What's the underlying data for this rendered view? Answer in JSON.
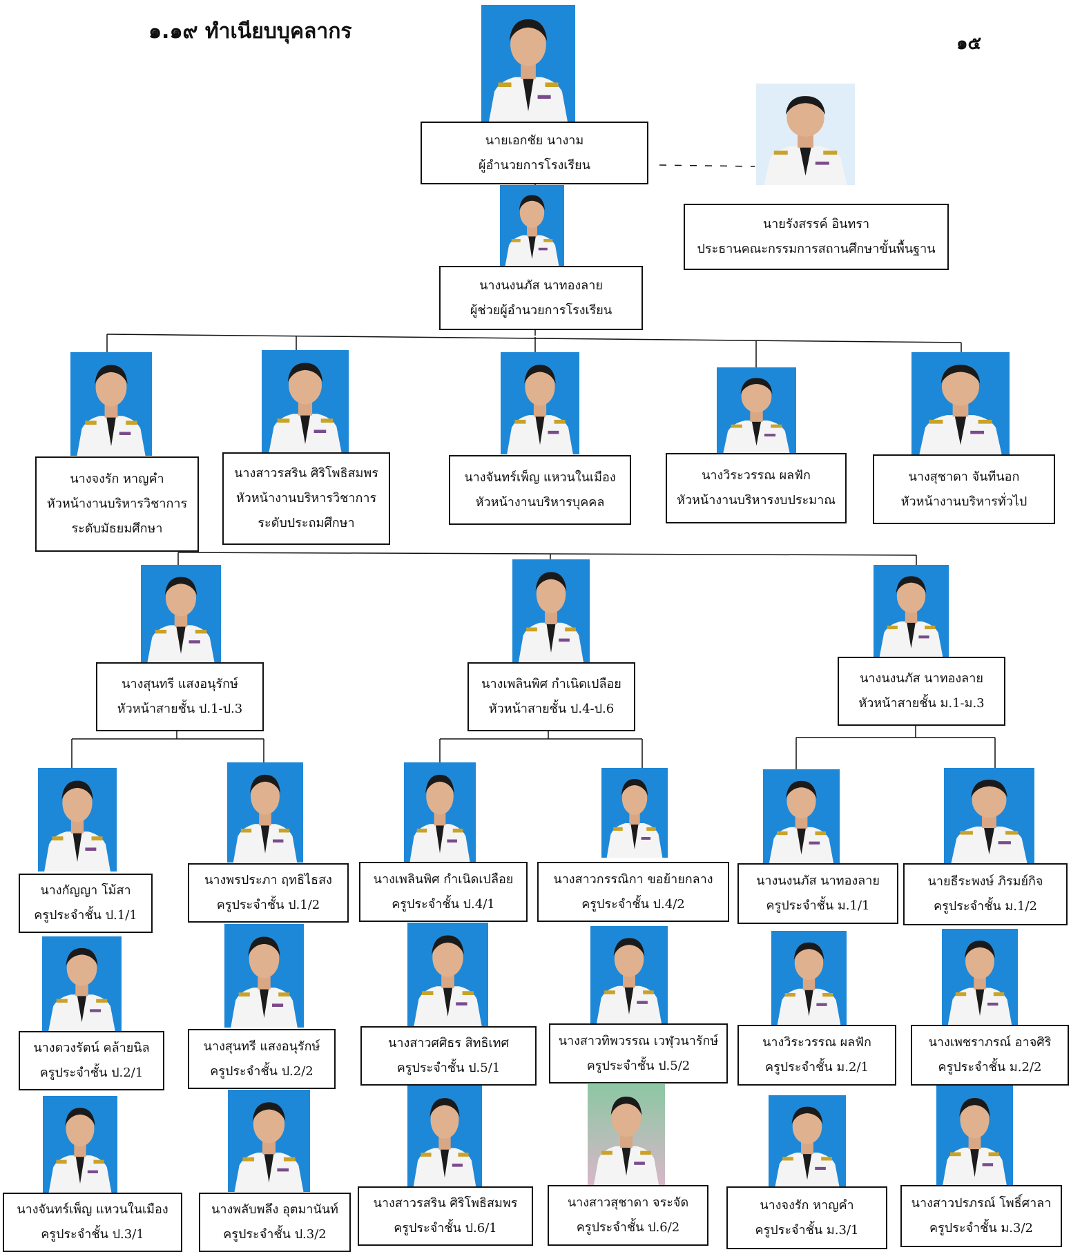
{
  "document": {
    "title": "๑.๑๙ ทำเนียบบุคลากร",
    "page_number": "๑๕"
  },
  "org": {
    "director": {
      "name": "นายเอกชัย  นางาม",
      "lines": [
        "ผู้อำนวยการโรงเรียน"
      ]
    },
    "board_chair": {
      "name": "นายรังสรรค์  อินทรา",
      "lines": [
        "ประธานคณะกรรมการสถานศึกษาขั้นพื้นฐาน"
      ]
    },
    "deputy": {
      "name": "นางนงนภัส  นาทองลาย",
      "lines": [
        "ผู้ช่วยผู้อำนวยการโรงเรียน"
      ]
    },
    "heads": [
      {
        "name": "นางจงรัก  หาญคำ",
        "lines": [
          "หัวหน้างานบริหารวิชาการ",
          "ระดับมัธยมศึกษา"
        ]
      },
      {
        "name": "นางสาวรสริน ศิริโพธิสมพร",
        "lines": [
          "หัวหน้างานบริหารวิชาการ",
          "ระดับประถมศึกษา"
        ]
      },
      {
        "name": "นางจันทร์เพ็ญ  แหวนในเมือง",
        "lines": [
          "หัวหน้างานบริหารบุคคล"
        ]
      },
      {
        "name": "นางวิระวรรณ ผลฟัก",
        "lines": [
          "หัวหน้างานบริหารงบประมาณ"
        ]
      },
      {
        "name": "นางสุชาดา  จันทีนอก",
        "lines": [
          "หัวหน้างานบริหารทั่วไป"
        ]
      }
    ],
    "level_heads": [
      {
        "name": "นางสุนทรี  แสงอนุรักษ์",
        "lines": [
          "หัวหน้าสายชั้น ป.1-ป.3"
        ]
      },
      {
        "name": "นางเพลินพิศ  กำเนิดเปลือย",
        "lines": [
          "หัวหน้าสายชั้น ป.4-ป.6"
        ]
      },
      {
        "name": "นางนงนภัส  นาทองลาย",
        "lines": [
          "หัวหน้าสายชั้น ม.1-ม.3"
        ]
      }
    ],
    "teachers": [
      {
        "name": "นางกัญญา  โม้สา",
        "lines": [
          "ครูประจำชั้น ป.1/1"
        ]
      },
      {
        "name": "นางพรประภา ฤทธิไธสง",
        "lines": [
          "ครูประจำชั้น ป.1/2"
        ]
      },
      {
        "name": "นางเพลินพิศ  กำเนิดเปลือย",
        "lines": [
          "ครูประจำชั้น ป.4/1"
        ]
      },
      {
        "name": "นางสาวกรรณิกา  ขอย้ายกลาง",
        "lines": [
          "ครูประจำชั้น ป.4/2"
        ]
      },
      {
        "name": "นางนงนภัส  นาทองลาย",
        "lines": [
          "ครูประจำชั้น ม.1/1"
        ]
      },
      {
        "name": "นายธีระพงษ์ ภิรมย์กิจ",
        "lines": [
          "ครูประจำชั้น ม.1/2"
        ]
      },
      {
        "name": "นางดวงรัตน์ คล้ายนิล",
        "lines": [
          "ครูประจำชั้น ป.2/1"
        ]
      },
      {
        "name": "นางสุนทรี  แสงอนุรักษ์",
        "lines": [
          "ครูประจำชั้น ป.2/2"
        ]
      },
      {
        "name": "นางสาวศศิธร  สิทธิเทศ",
        "lines": [
          "ครูประจำชั้น ป.5/1"
        ]
      },
      {
        "name": "นางสาวทิพวรรณ เวฬุวนารักษ์",
        "lines": [
          "ครูประจำชั้น ป.5/2"
        ]
      },
      {
        "name": "นางวิระวรรณ  ผลฟัก",
        "lines": [
          "ครูประจำชั้น ม.2/1"
        ]
      },
      {
        "name": "นางเพชราภรณ์  อาจศิริ",
        "lines": [
          "ครูประจำชั้น ม.2/2"
        ]
      },
      {
        "name": "นางจันทร์เพ็ญ  แหวนในเมือง",
        "lines": [
          "ครูประจำชั้น ป.3/1"
        ]
      },
      {
        "name": "นางพลับพลึง  อุตมานันท์",
        "lines": [
          "ครูประจำชั้น ป.3/2"
        ]
      },
      {
        "name": "นางสาวรสริน  ศิริโพธิสมพร",
        "lines": [
          "ครูประจำชั้น ป.6/1"
        ]
      },
      {
        "name": "นางสาวสุชาดา  จระจัด",
        "lines": [
          "ครูประจำชั้น ป.6/2"
        ]
      },
      {
        "name": "นางจงรัก  หาญคำ",
        "lines": [
          "ครูประจำชั้น ม.3/1"
        ]
      },
      {
        "name": "นางสาวปรภรณ์  โพธิ์ศาลา",
        "lines": [
          "ครูประจำชั้น ม.3/2"
        ]
      }
    ]
  }
}
